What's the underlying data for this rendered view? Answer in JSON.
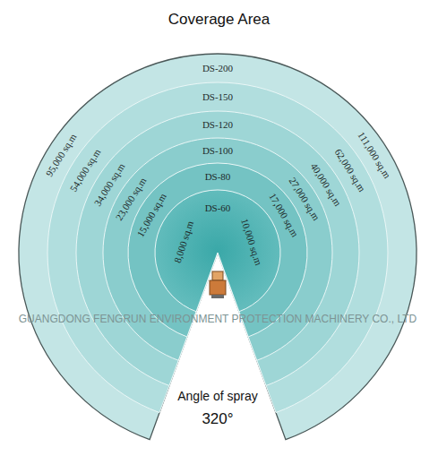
{
  "diagram": {
    "title": "Coverage Area",
    "nodes": [
      {
        "text": [
          "DS-200",
          "95,000 sq.m",
          "111,000 sq.m"
        ]
      },
      {
        "text": [
          "DS-150",
          "54,000 sq.m",
          "62,000 sq.m"
        ],
        "in": 0
      },
      {
        "text": [
          "DS-120",
          "34,000 sq.m",
          "40,000 sq.m"
        ],
        "in": 1
      },
      {
        "text": [
          "DS-100",
          "23,000 sq.m",
          "27,000 sq.m"
        ],
        "in": 2
      },
      {
        "text": [
          "DS-80",
          "15,000 sq.m",
          "17,000 sq.m"
        ],
        "in": 3
      },
      {
        "text": [
          "DS-60",
          "8,000 sq.m",
          "10,000 sq.m"
        ],
        "in": 4
      }
    ],
    "labels": [
      "GUANGDONG FENGRUN ENVIRONMENT PROTECTION MACHINERY CO., LTD",
      "Angle of spray",
      "320°"
    ]
  }
}
